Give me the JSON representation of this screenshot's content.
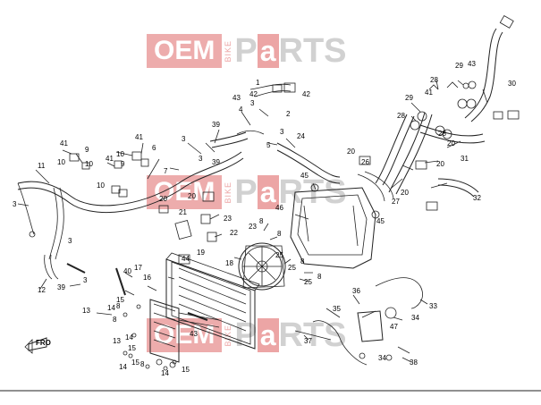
{
  "watermark": {
    "oem": "OEM",
    "bike": "BIKE",
    "p": "P",
    "a": "a",
    "rts": "RTS"
  },
  "front_arrow_label": "FRO",
  "callouts": {
    "c1": "1",
    "c2": "2",
    "c3a": "3",
    "c3b": "3",
    "c3c": "3",
    "c3d": "3",
    "c3e": "3",
    "c3f": "3",
    "c3g": "3",
    "c4": "4",
    "c5": "5",
    "c6": "6",
    "c7": "7",
    "c8a": "8",
    "c8b": "8",
    "c8c": "8",
    "c8d": "8",
    "c8e": "8",
    "c8f": "8",
    "c8g": "8",
    "c9a": "9",
    "c9b": "9",
    "c10a": "10",
    "c10b": "10",
    "c10c": "10",
    "c10d": "10",
    "c11": "11",
    "c12": "12",
    "c13a": "13",
    "c13b": "13",
    "c14a": "14",
    "c14b": "14",
    "c14c": "14",
    "c14d": "14",
    "c15a": "15",
    "c15b": "15",
    "c15c": "15",
    "c15d": "15",
    "c16": "16",
    "c17": "17",
    "c18": "18",
    "c19": "19",
    "c20a": "20",
    "c20b": "20",
    "c20c": "20",
    "c20d": "20",
    "c20e": "20",
    "c20f": "20",
    "c21": "21",
    "c22": "22",
    "c23a": "23",
    "c23b": "23",
    "c24": "24",
    "c25a": "25",
    "c25b": "25",
    "c25c": "25",
    "c26": "26",
    "c27": "27",
    "c28a": "28",
    "c28b": "28",
    "c28c": "28",
    "c29a": "29",
    "c29b": "29",
    "c30": "30",
    "c31": "31",
    "c32": "32",
    "c33": "33",
    "c34a": "34",
    "c34b": "34",
    "c35": "35",
    "c36": "36",
    "c37": "37",
    "c38": "38",
    "c39a": "39",
    "c39b": "39",
    "c39c": "39",
    "c40": "40",
    "c41a": "41",
    "c41b": "41",
    "c41c": "41",
    "c41d": "41",
    "c42a": "42",
    "c42b": "42",
    "c43a": "43",
    "c43b": "43",
    "c43c": "43",
    "c44": "44",
    "c45a": "45",
    "c45b": "45",
    "c46": "46",
    "c47": "47"
  },
  "colors": {
    "line": "#222222",
    "watermark_red": "#e06a6a",
    "watermark_gray": "#c9c9c9"
  }
}
